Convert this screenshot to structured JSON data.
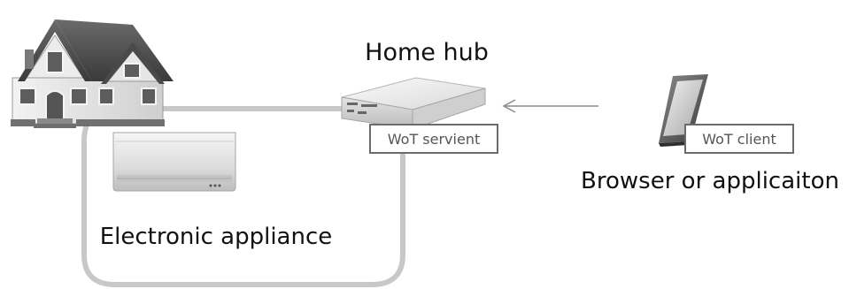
{
  "labels": {
    "home_hub": "Home hub",
    "wot_servient": "WoT servient",
    "wot_client": "WoT client",
    "browser_or_application": "Browser or applicaiton",
    "electronic_appliance": "Electronic appliance"
  },
  "colors": {
    "boundary": "#c8c8c8",
    "label_box_border": "#6b6b6b",
    "arrow": "#8a8a8a",
    "text": "#111111",
    "box_text": "#555555"
  },
  "icons": {
    "house": "house-icon",
    "appliance": "air-conditioner-icon",
    "hub": "home-hub-device-icon",
    "client": "mobile-device-icon"
  }
}
